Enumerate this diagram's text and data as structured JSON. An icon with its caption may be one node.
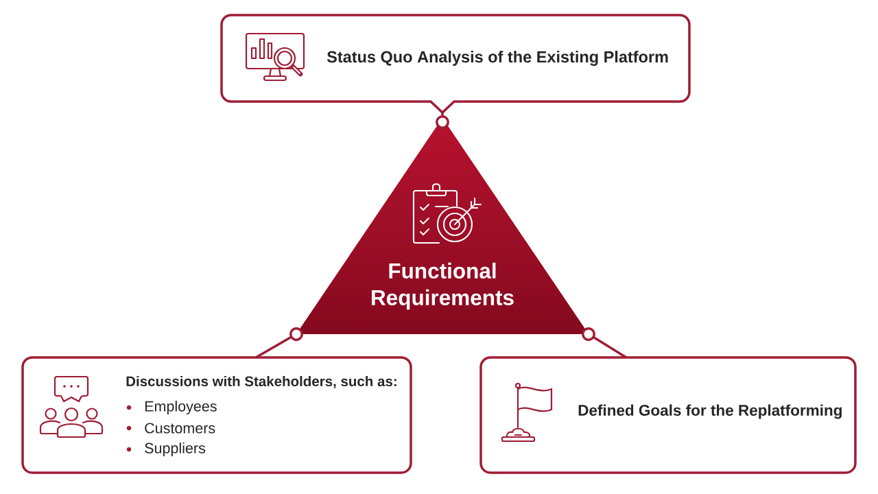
{
  "diagram": {
    "nodes": [
      {
        "text": [
          "Status Quo Analysis of the Existing Platform"
        ]
      },
      {
        "text": [
          "Functional Requirements"
        ]
      },
      {
        "text": [
          "Discussions with Stakeholders, such as:",
          "Employees",
          "Customers",
          "Suppliers"
        ]
      },
      {
        "text": [
          "Defined Goals for the Replatforming"
        ]
      }
    ],
    "edges": [
      {
        "from": 1,
        "to": 0,
        "arrow": "other"
      },
      {
        "from": 1,
        "to": 2,
        "arrow": "other"
      },
      {
        "from": 1,
        "to": 3,
        "arrow": "other"
      }
    ]
  }
}
